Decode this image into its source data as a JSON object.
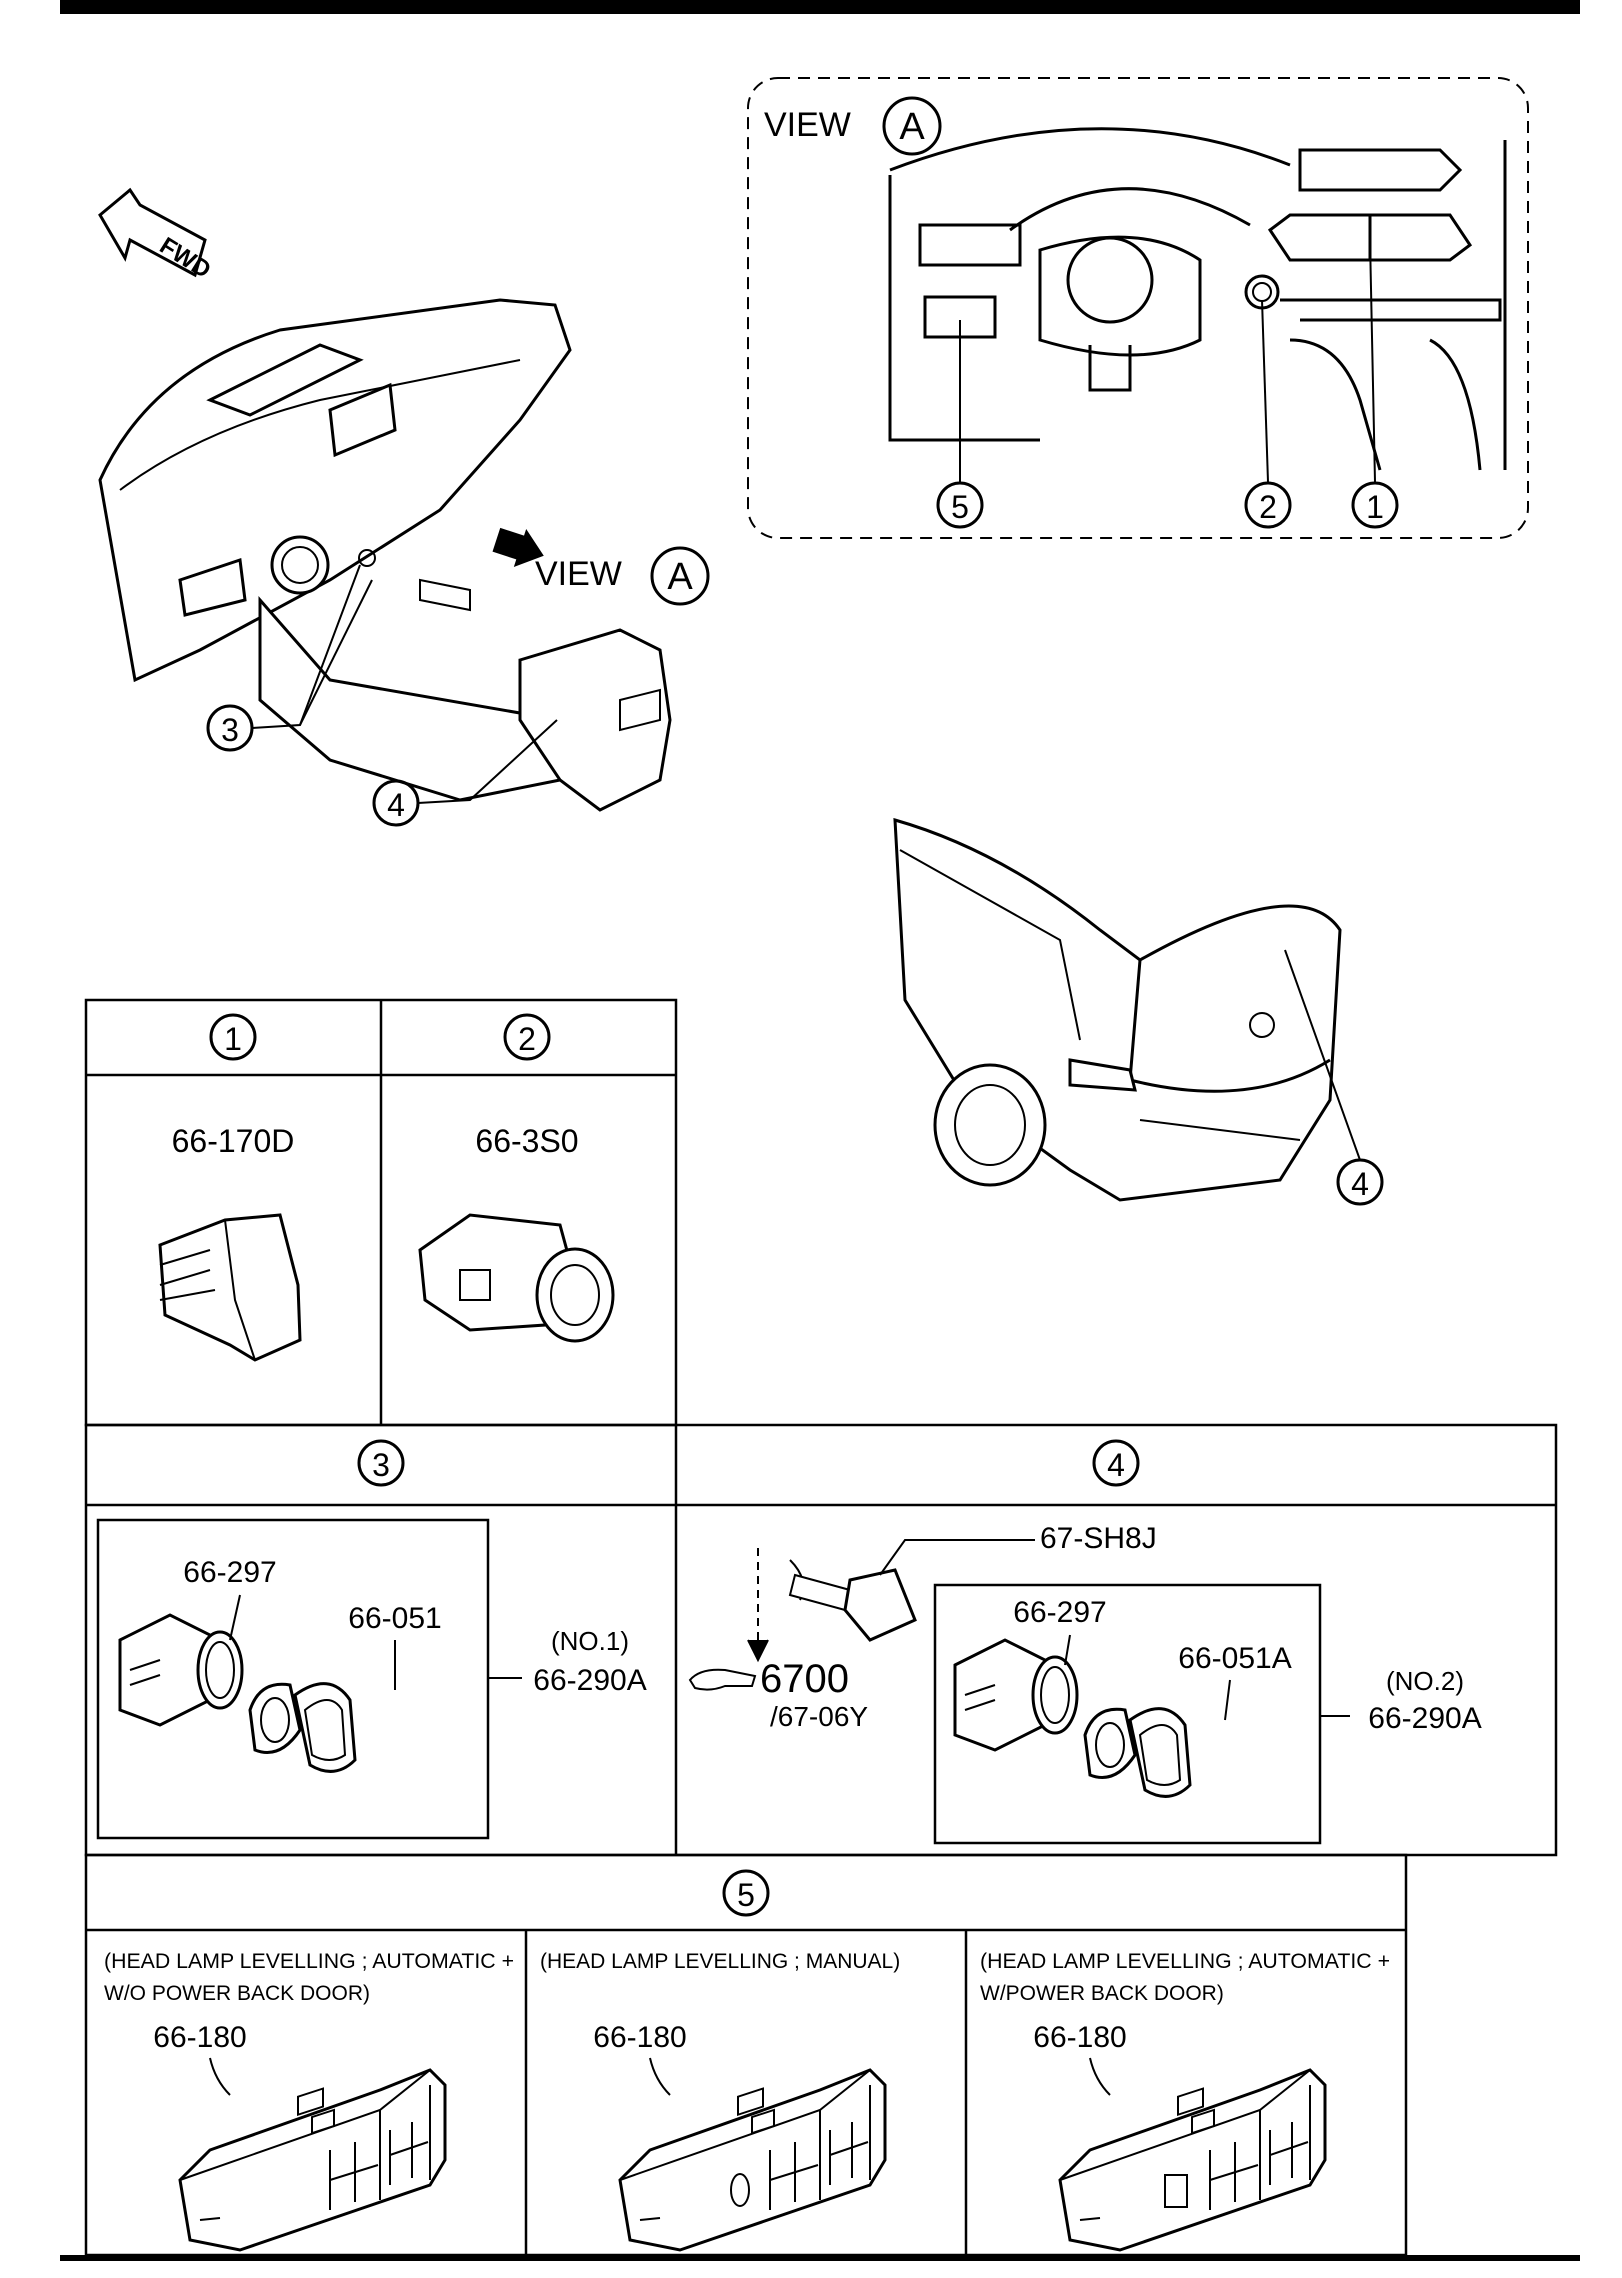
{
  "view": {
    "label": "VIEW",
    "letter": "A",
    "callouts": [
      "5",
      "2",
      "1"
    ]
  },
  "dash": {
    "fwd": "FWD",
    "view_label": "VIEW",
    "view_letter": "A",
    "callouts": [
      "3",
      "4"
    ]
  },
  "car": {
    "callout": "4"
  },
  "panels": {
    "p1": {
      "num": "1",
      "part": "66-170D"
    },
    "p2": {
      "num": "2",
      "part": "66-3S0"
    },
    "p3": {
      "num": "3",
      "part_a": "66-297",
      "part_b": "66-051",
      "assy_note": "(NO.1)",
      "assy": "66-290A"
    },
    "p4": {
      "num": "4",
      "connector": "67-SH8J",
      "ref_num": "6700",
      "ref_sub": "/67-06Y",
      "part_a": "66-297",
      "part_b": "66-051A",
      "assy_note": "(NO.2)",
      "assy": "66-290A"
    },
    "p5": {
      "num": "5",
      "cols": [
        {
          "cond_1": "(HEAD LAMP LEVELLING ; AUTOMATIC +",
          "cond_2": "W/O POWER BACK DOOR)",
          "part": "66-180"
        },
        {
          "cond_1": "(HEAD LAMP LEVELLING ; MANUAL)",
          "cond_2": "",
          "part": "66-180"
        },
        {
          "cond_1": "(HEAD LAMP LEVELLING ; AUTOMATIC +",
          "cond_2": "W/POWER BACK DOOR)",
          "part": "66-180"
        }
      ]
    }
  }
}
